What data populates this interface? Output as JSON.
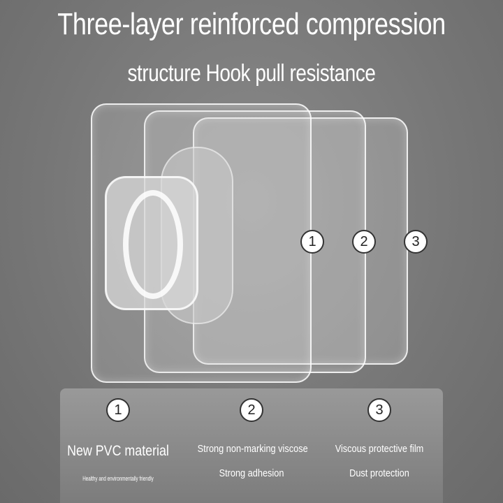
{
  "heading": {
    "line1": "Three-layer reinforced compression",
    "line2": "structure Hook pull resistance"
  },
  "layer_markers": [
    "1",
    "2",
    "3"
  ],
  "features": [
    {
      "number": "1",
      "title": "New PVC material",
      "subtitle": "Healthy and environmentally friendly"
    },
    {
      "number": "2",
      "title": "Strong non-marking viscose",
      "subtitle": "Strong adhesion"
    },
    {
      "number": "3",
      "title": "Viscous protective film",
      "subtitle": "Dust protection"
    }
  ]
}
